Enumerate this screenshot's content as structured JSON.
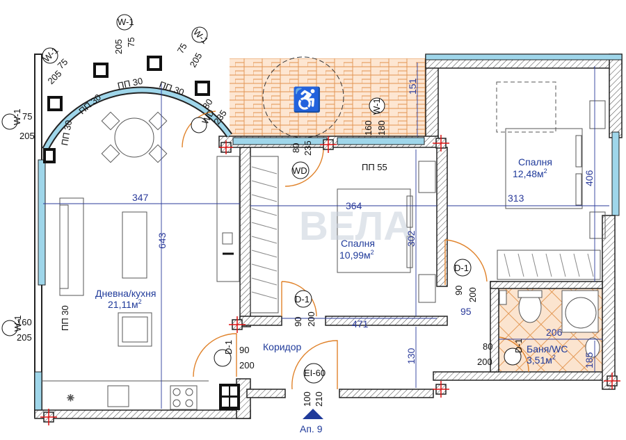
{
  "rooms": {
    "living": {
      "name": "Дневна/кухня",
      "area": "21,11м",
      "sup": "2"
    },
    "bed1": {
      "name": "Спалня",
      "area": "10,99м",
      "sup": "2"
    },
    "bed2": {
      "name": "Спалня",
      "area": "12,48м",
      "sup": "2"
    },
    "bath": {
      "name": "Баня/WC",
      "area": "3,51м",
      "sup": "2"
    },
    "corridor": {
      "name": "Коридор"
    }
  },
  "dims": {
    "d347": "347",
    "d364": "364",
    "d313": "313",
    "d643": "643",
    "d302": "302",
    "d406": "406",
    "d471": "471",
    "d130": "130",
    "d206": "206",
    "d185": "185",
    "d95": "95",
    "d151": "151"
  },
  "sills": {
    "pp30": "ПП 30",
    "pp55": "ПП 55"
  },
  "tags": {
    "w1": "W-1",
    "wd": "WD",
    "d1": "D-1",
    "ei60": "EI-60",
    "ap": "Ап. 9"
  },
  "opening_sizes": {
    "w1_top_a": "75",
    "w1_top_b": "205",
    "w1_left_a": "75",
    "w1_left_b": "205",
    "w1_side_a": "160",
    "w1_side_b": "205",
    "w1_balc_a": "160",
    "w1_balc_b": "180",
    "wd_a": "80",
    "wd_b": "235",
    "d_a": "90",
    "d_b": "200",
    "d_bath_a": "80",
    "d_bath_b": "200",
    "entry_a": "100",
    "entry_b": "210"
  },
  "watermark": "ВЕЛА"
}
